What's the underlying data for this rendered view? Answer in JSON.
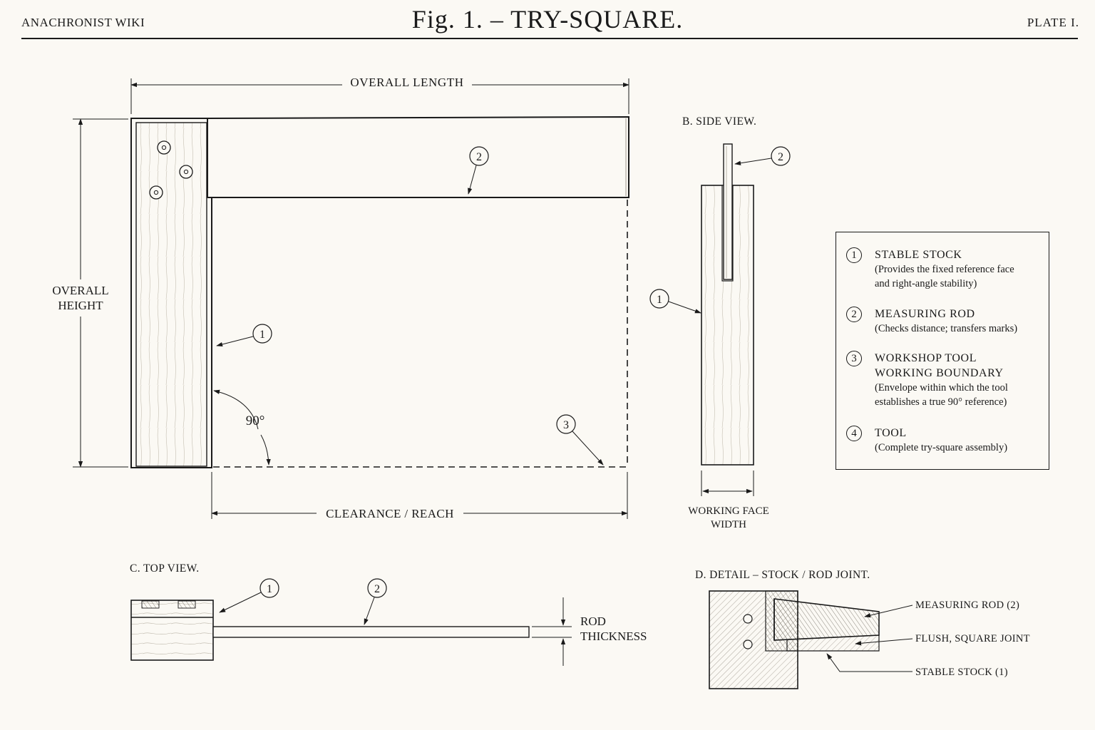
{
  "header": {
    "site": "ANACHRONIST WIKI",
    "title": "Fig. 1.  –  TRY-SQUARE.",
    "plate": "PLATE  I."
  },
  "main_view": {
    "overall_length": "OVERALL LENGTH",
    "overall_height_line1": "OVERALL",
    "overall_height_line2": "HEIGHT",
    "clearance": "CLEARANCE / REACH",
    "angle": "90°",
    "callout_1": "1",
    "callout_2": "2",
    "callout_3": "3"
  },
  "side_view": {
    "title": "B.  SIDE VIEW.",
    "width_line1": "WORKING FACE",
    "width_line2": "WIDTH",
    "callout_1": "1",
    "callout_2": "2"
  },
  "top_view": {
    "title": "C.  TOP VIEW.",
    "rod_line1": "ROD",
    "rod_line2": "THICKNESS",
    "callout_1": "1",
    "callout_2": "2"
  },
  "detail": {
    "title": "D.  DETAIL – STOCK / ROD JOINT.",
    "label_rod": "MEASURING ROD (2)",
    "label_joint": "FLUSH, SQUARE JOINT",
    "label_stock": "STABLE STOCK (1)"
  },
  "legend": [
    {
      "num": "1",
      "title_lines": [
        "STABLE STOCK"
      ],
      "desc_lines": [
        "(Provides the fixed reference face",
        "and right-angle stability)"
      ]
    },
    {
      "num": "2",
      "title_lines": [
        "MEASURING ROD"
      ],
      "desc_lines": [
        "(Checks distance; transfers marks)"
      ]
    },
    {
      "num": "3",
      "title_lines": [
        "WORKSHOP TOOL",
        "WORKING  BOUNDARY"
      ],
      "desc_lines": [
        "(Envelope within which the tool",
        "establishes a true 90° reference)"
      ]
    },
    {
      "num": "4",
      "title_lines": [
        "TOOL"
      ],
      "desc_lines": [
        "(Complete try-square assembly)"
      ]
    }
  ]
}
